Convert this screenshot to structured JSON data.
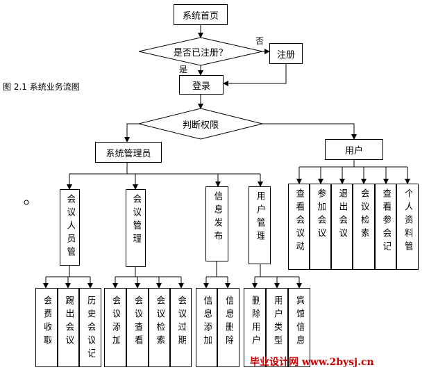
{
  "caption": "图 2.1   系统业务流图",
  "nodes": {
    "home": "系统首页",
    "registered_q": "是否已注册？",
    "register": "注册",
    "login": "登录",
    "permission": "判断权限",
    "admin": "系统管理员",
    "user": "用户",
    "admin_children": [
      "会议人员管",
      "会议管理",
      "信息发布",
      "用户管理"
    ],
    "user_children": [
      "查看会议动",
      "参加会议",
      "退出会议",
      "会议检索",
      "查看参会记",
      "个人资料管"
    ],
    "member_children": [
      "会费收取",
      "踢出会议",
      "历史会议记"
    ],
    "meeting_children": [
      "会议添加",
      "会议查看",
      "会议检索",
      "会议过期"
    ],
    "info_children": [
      "信息添加",
      "信息删除"
    ],
    "usermgmt_children": [
      "删除用户",
      "用户类型",
      "宾馆信息"
    ]
  },
  "labels": {
    "no": "否",
    "yes": "是"
  },
  "watermark": "毕业设计网 www.2bysj.cn"
}
